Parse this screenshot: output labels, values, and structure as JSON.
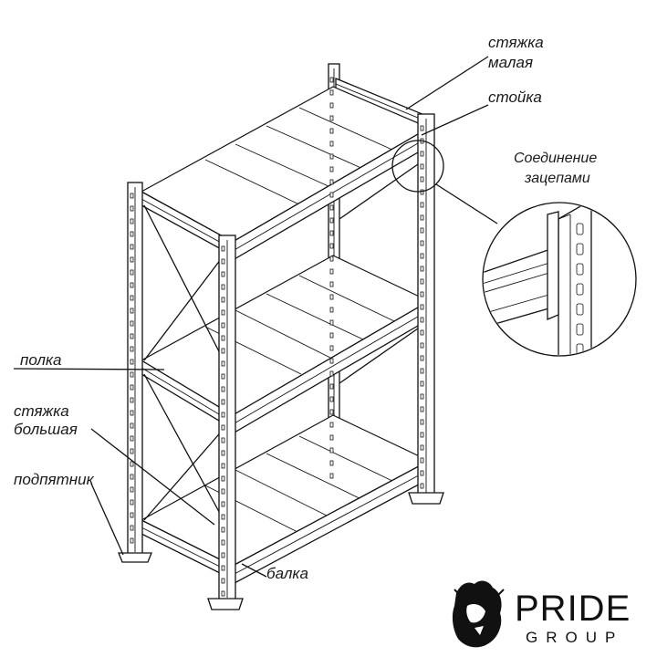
{
  "labels": {
    "tie_small_line1": "стяжка",
    "tie_small_line2": "малая",
    "post": "стойка",
    "hook_line1": "Соединение",
    "hook_line2": "зацепами",
    "shelf": "полка",
    "tie_big_line1": "стяжка",
    "tie_big_line2": "большая",
    "foot": "подпятник",
    "beam": "балка"
  },
  "brand": {
    "name": "PRIDE",
    "sub": "GROUP"
  }
}
